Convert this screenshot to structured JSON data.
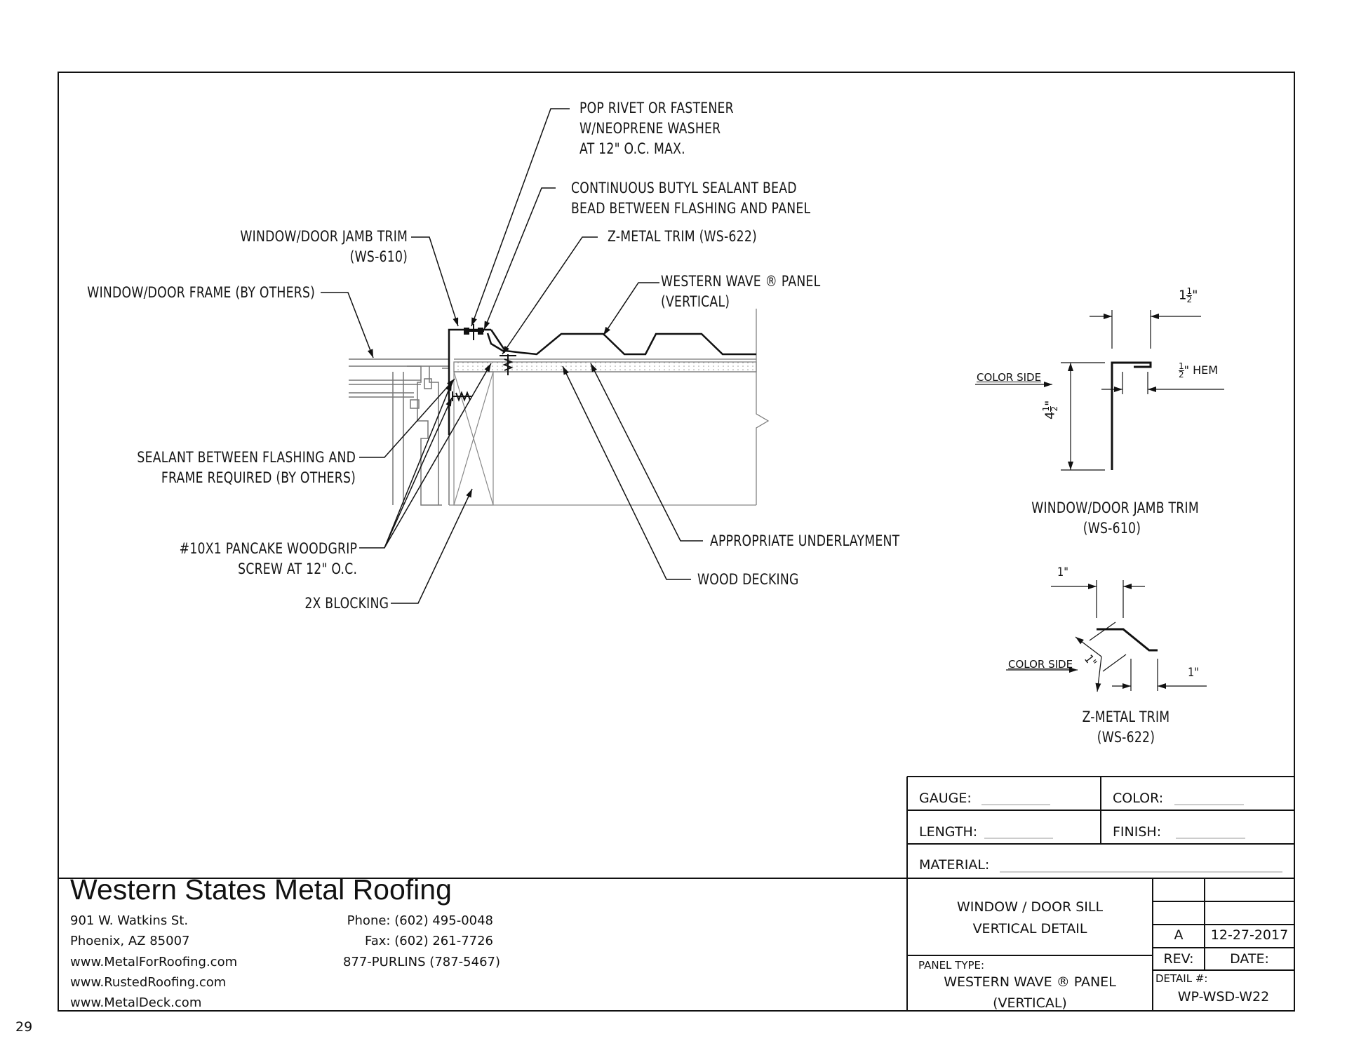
{
  "page_number": "29",
  "detail_title": {
    "line1": "WINDOW / DOOR SILL",
    "line2": "VERTICAL DETAIL"
  },
  "callouts": {
    "pop_rivet": [
      "POP RIVET OR FASTENER",
      "W/NEOPRENE WASHER",
      "AT 12\" O.C. MAX."
    ],
    "butyl": [
      "CONTINUOUS BUTYL SEALANT BEAD",
      "BEAD BETWEEN FLASHING AND PANEL"
    ],
    "jamb_trim": [
      "WINDOW/DOOR JAMB TRIM",
      "(WS-610)"
    ],
    "z_metal": "Z-METAL TRIM (WS-622)",
    "frame": "WINDOW/DOOR FRAME (BY OTHERS)",
    "panel": [
      "WESTERN WAVE ® PANEL",
      "(VERTICAL)"
    ],
    "sealant": [
      "SEALANT BETWEEN FLASHING AND",
      "FRAME REQUIRED (BY OTHERS)"
    ],
    "screw": [
      "#10X1 PANCAKE WOODGRIP",
      "SCREW AT 12\" O.C."
    ],
    "blocking": "2X BLOCKING",
    "underlayment": "APPROPRIATE UNDERLAYMENT",
    "decking": "WOOD DECKING"
  },
  "profiles": {
    "jamb": {
      "title": [
        "WINDOW/DOOR JAMB TRIM",
        "(WS-610)"
      ],
      "dim_top": {
        "whole": "1",
        "num": "1",
        "den": "2",
        "unit": "\""
      },
      "dim_hem": {
        "num": "1",
        "den": "2",
        "unit": "\"",
        "suffix": "HEM"
      },
      "dim_height": {
        "whole": "4",
        "num": "1",
        "den": "2",
        "unit": "\""
      },
      "color_side": "COLOR SIDE"
    },
    "zmetal": {
      "title": [
        "Z-METAL TRIM",
        "(WS-622)"
      ],
      "dim_top": "1\"",
      "dim_slope": "1\"",
      "dim_bottom": "1\"",
      "color_side": "COLOR SIDE"
    }
  },
  "spec": {
    "gauge": "GAUGE:",
    "color": "COLOR:",
    "length": "LENGTH:",
    "finish": "FINISH:",
    "material": "MATERIAL:"
  },
  "company": {
    "name": "Western States Metal Roofing",
    "address1": "901 W. Watkins St.",
    "address2": "Phoenix, AZ 85007",
    "web1": "www.MetalForRoofing.com",
    "web2": "www.RustedRoofing.com",
    "web3": "www.MetalDeck.com",
    "phone": "Phone: (602) 495-0048",
    "fax": "Fax: (602) 261-7726",
    "tollfree": "877-PURLINS (787-5467)"
  },
  "title_block": {
    "panel_type_label": "PANEL TYPE:",
    "panel_type": [
      "WESTERN WAVE ® PANEL",
      "(VERTICAL)"
    ],
    "rev": "A",
    "date": "12-27-2017",
    "rev_label": "REV:",
    "date_label": "DATE:",
    "detail_label": "DETAIL #:",
    "detail_number": "WP-WSD-W22"
  }
}
